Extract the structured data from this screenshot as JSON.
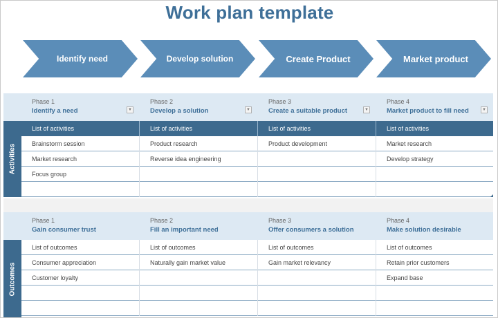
{
  "title": "Work plan template",
  "arrows": [
    "Identify need",
    "Develop solution",
    "Create Product",
    "Market product"
  ],
  "activities": {
    "side_label": "Activities",
    "phases": [
      {
        "num": "Phase 1",
        "name": "Identify a need"
      },
      {
        "num": "Phase 2",
        "name": "Develop a solution"
      },
      {
        "num": "Phase 3",
        "name": "Create a suitable product"
      },
      {
        "num": "Phase 4",
        "name": "Market product to fill need"
      }
    ],
    "headers": [
      "List of activities",
      "List of activities",
      "List of activities",
      "List of activities"
    ],
    "rows": [
      [
        "Brainstorm session",
        "Product research",
        "Product development",
        "Market research"
      ],
      [
        "Market research",
        "Reverse idea engineering",
        "",
        "Develop strategy"
      ],
      [
        "Focus group",
        "",
        "",
        ""
      ],
      [
        "",
        "",
        "",
        ""
      ]
    ]
  },
  "outcomes": {
    "side_label": "Outcomes",
    "phases": [
      {
        "num": "Phase 1",
        "name": "Gain consumer trust"
      },
      {
        "num": "Phase 2",
        "name": "Fill an important need"
      },
      {
        "num": "Phase 3",
        "name": "Offer consumers a solution"
      },
      {
        "num": "Phase 4",
        "name": "Make solution desirable"
      }
    ],
    "rows": [
      [
        "List of outcomes",
        "List of outcomes",
        "List of outcomes",
        "List of outcomes"
      ],
      [
        "Consumer appreciation",
        "Naturally gain market value",
        "Gain market relevancy",
        "Retain prior customers"
      ],
      [
        "Customer loyalty",
        "",
        "",
        "Expand base"
      ],
      [
        "",
        "",
        "",
        ""
      ],
      [
        "",
        "",
        "",
        ""
      ]
    ]
  },
  "colors": {
    "accent": "#3e6f98",
    "arrow": "#5b8db8",
    "header": "#3d6a8e",
    "band": "#dde9f3"
  }
}
